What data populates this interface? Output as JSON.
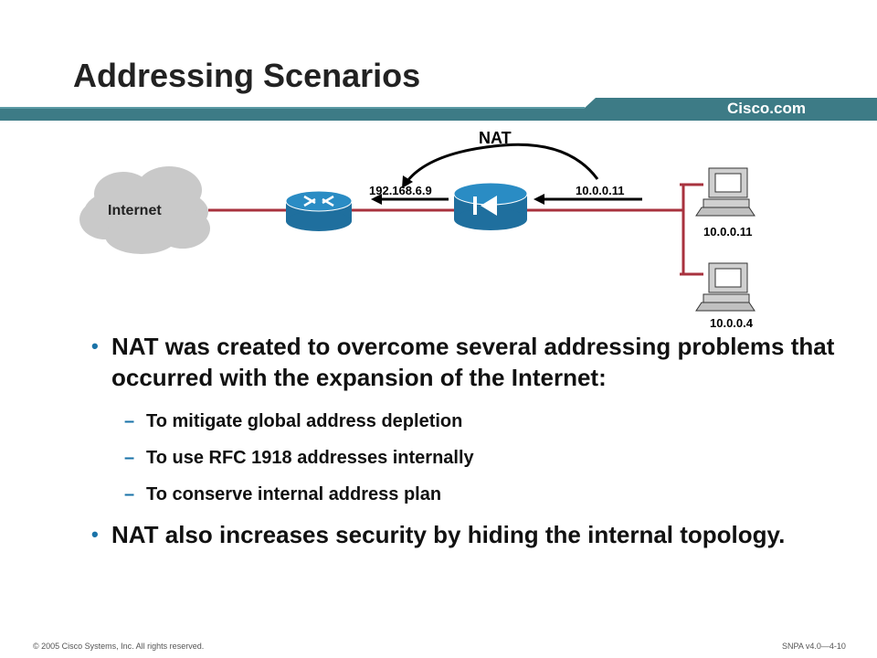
{
  "slide": {
    "title": "Addressing Scenarios",
    "brand": "Cisco.com"
  },
  "diagram": {
    "internet_label": "Internet",
    "nat_label": "NAT",
    "outside_address": "192.168.6.9",
    "inside_address": "10.0.0.11",
    "host1_address": "10.0.0.11",
    "host2_address": "10.0.0.4",
    "colors": {
      "link": "#a8323e",
      "device_blue": "#2a8cc4",
      "banner_teal": "#3d7b86"
    }
  },
  "content": {
    "bullet1": "NAT was created to overcome several addressing problems that occurred with the expansion of the Internet:",
    "sub1": "To mitigate global address depletion",
    "sub2": "To use RFC 1918 addresses internally",
    "sub3": "To conserve internal address plan",
    "bullet2": "NAT also increases security by hiding the internal topology.",
    "bullet_char": "•",
    "dash_char": "–"
  },
  "footer": {
    "left": "© 2005 Cisco Systems, Inc. All rights reserved.",
    "right": "SNPA v4.0—4-10"
  }
}
